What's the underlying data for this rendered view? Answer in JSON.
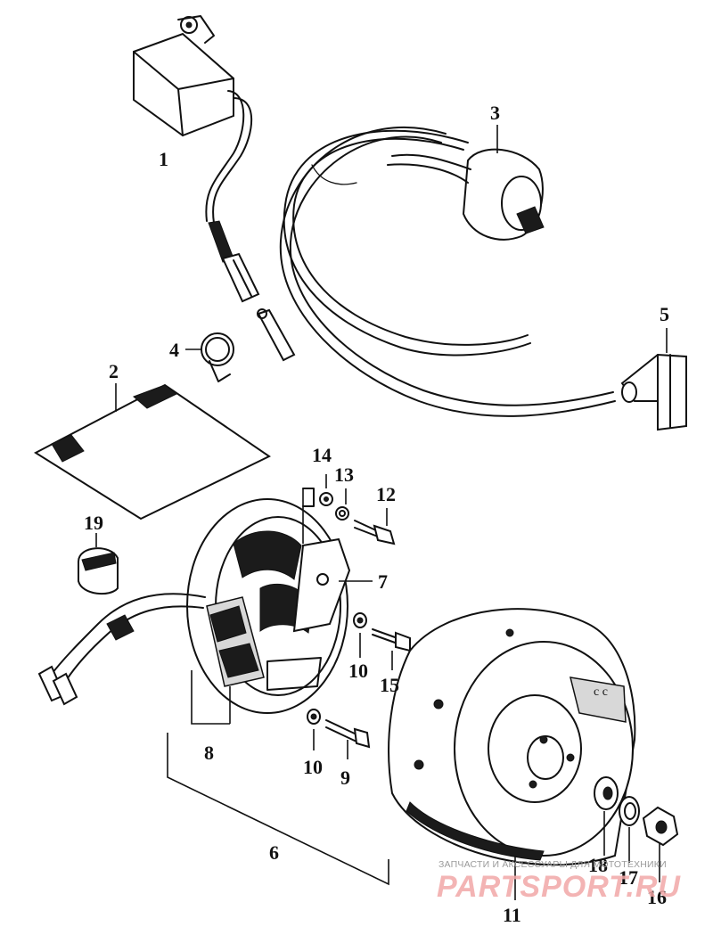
{
  "diagram": {
    "part_labels": [
      "1",
      "2",
      "3",
      "4",
      "5",
      "6",
      "7",
      "8",
      "9",
      "10",
      "10",
      "11",
      "12",
      "13",
      "14",
      "15",
      "16",
      "17",
      "18",
      "19"
    ],
    "fan_mark": "c c"
  },
  "watermark": {
    "caption": "ЗАПЧАСТИ И АКСЕССУАРЫ ДЛЯ МОТОТЕХНИКИ",
    "logo": "PARTSPORT.RU",
    "logo_color": "#f2a8a8"
  }
}
